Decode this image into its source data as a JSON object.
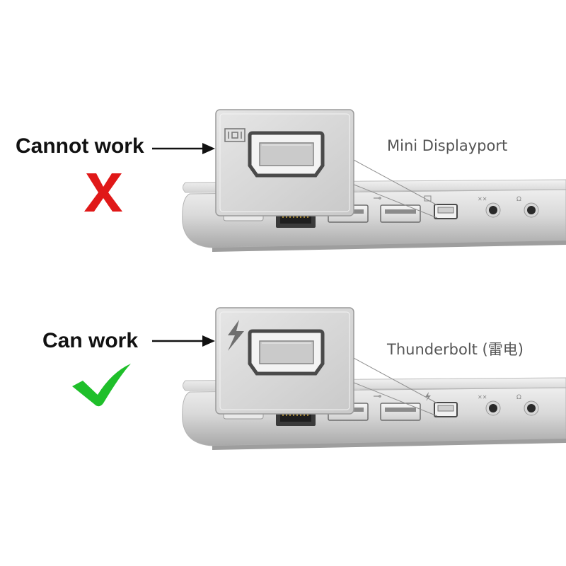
{
  "panels": [
    {
      "status_label": "Cannot work",
      "status_mark": "red-x",
      "status_color": "#e01818",
      "port_icon": "mini-displayport-icon",
      "port_name": "Mini Displayport"
    },
    {
      "status_label": "Can work",
      "status_mark": "green-checkmark",
      "status_color": "#1fbf2a",
      "port_icon": "thunderbolt-icon",
      "port_name": "Thunderbolt (雷电)"
    }
  ]
}
